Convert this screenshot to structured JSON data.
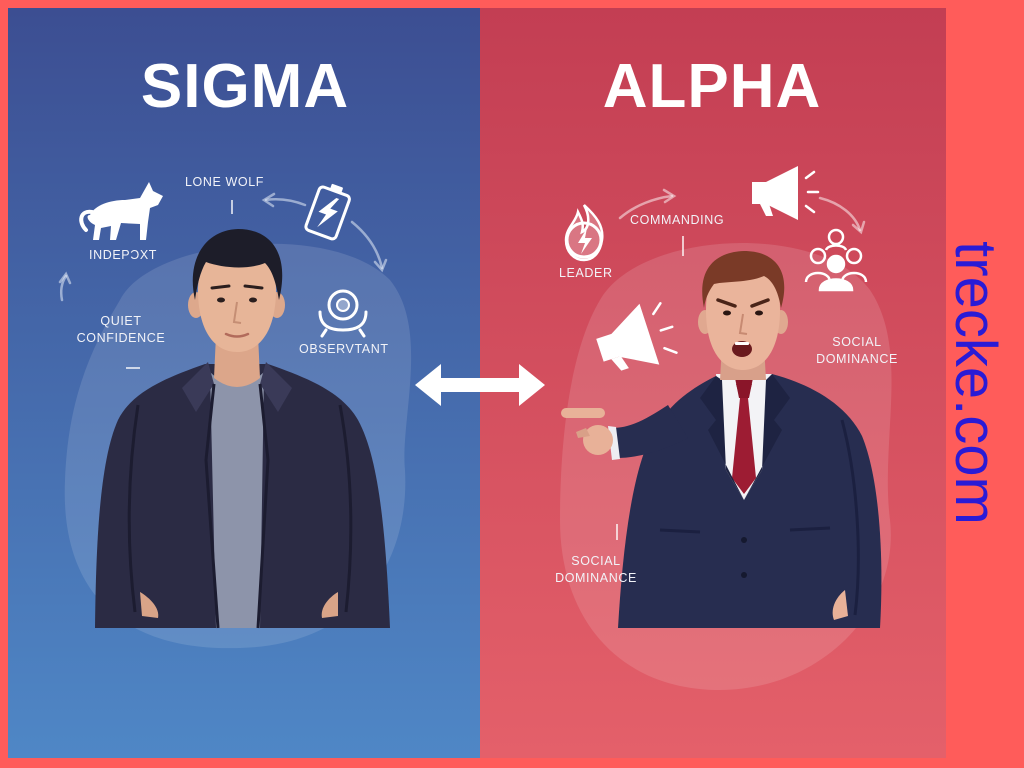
{
  "watermark": {
    "text": "trecke.com",
    "color": "#2A1BD6"
  },
  "colors": {
    "frame": "#FF5C5A",
    "sigma_top": "#3C4E92",
    "sigma_bottom": "#4F87C6",
    "alpha_top": "#C33E53",
    "alpha_bottom": "#E4606A"
  },
  "sigma": {
    "title": "SIGMA",
    "labels": {
      "lone_wolf": "LONE WOLF",
      "independent": "INDEPƆXT",
      "quiet_confidence": [
        "QUIET",
        "CONFIDENCE"
      ],
      "observant": "OBSERVTANT"
    },
    "icons": [
      "wolf-icon",
      "battery-icon",
      "observant-icon"
    ]
  },
  "alpha": {
    "title": "ALPHA",
    "labels": {
      "commanding": "COMMANDING",
      "leader": "LEADER",
      "social_dominance_right": [
        "SOCIAL",
        "DOMINANCE"
      ],
      "social_dominance_left": [
        "SOCIAL",
        "DOMINANCE"
      ]
    },
    "icons": [
      "megaphone-icon",
      "flame-icon",
      "group-icon",
      "megaphone-icon"
    ]
  },
  "center": {
    "icon": "double-arrow-icon"
  }
}
